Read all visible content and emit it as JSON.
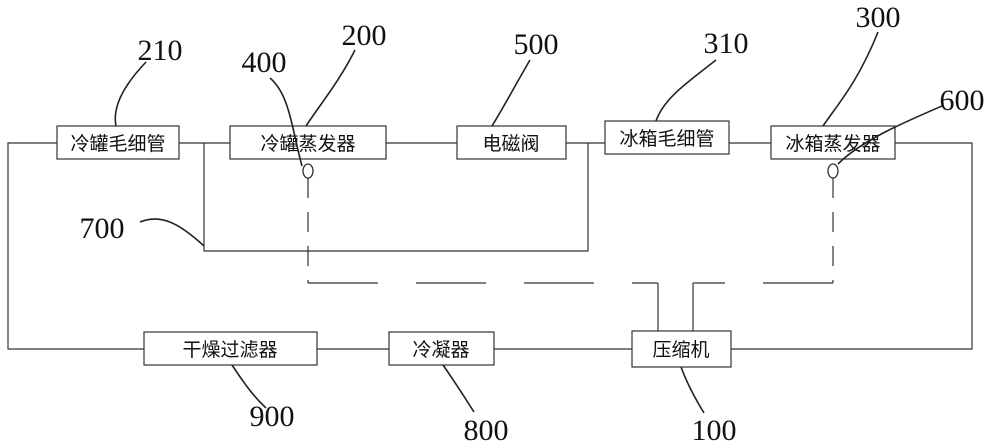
{
  "components": {
    "tank_capillary": {
      "label": "冷罐毛细管",
      "ref": "210"
    },
    "tank_evaporator": {
      "label": "冷罐蒸发器",
      "ref": "200"
    },
    "solenoid_valve": {
      "label": "电磁阀",
      "ref": "500"
    },
    "fridge_capillary": {
      "label": "冰箱毛细管",
      "ref": "310"
    },
    "fridge_evaporator": {
      "label": "冰箱蒸发器",
      "ref": "300"
    },
    "dry_filter": {
      "label": "干燥过滤器",
      "ref": "900"
    },
    "condenser": {
      "label": "冷凝器",
      "ref": "800"
    },
    "compressor": {
      "label": "压缩机",
      "ref": "100"
    }
  },
  "sensors": {
    "tank_sensor": {
      "ref": "400"
    },
    "fridge_sensor": {
      "ref": "600"
    }
  },
  "control_line": {
    "ref": "700"
  }
}
